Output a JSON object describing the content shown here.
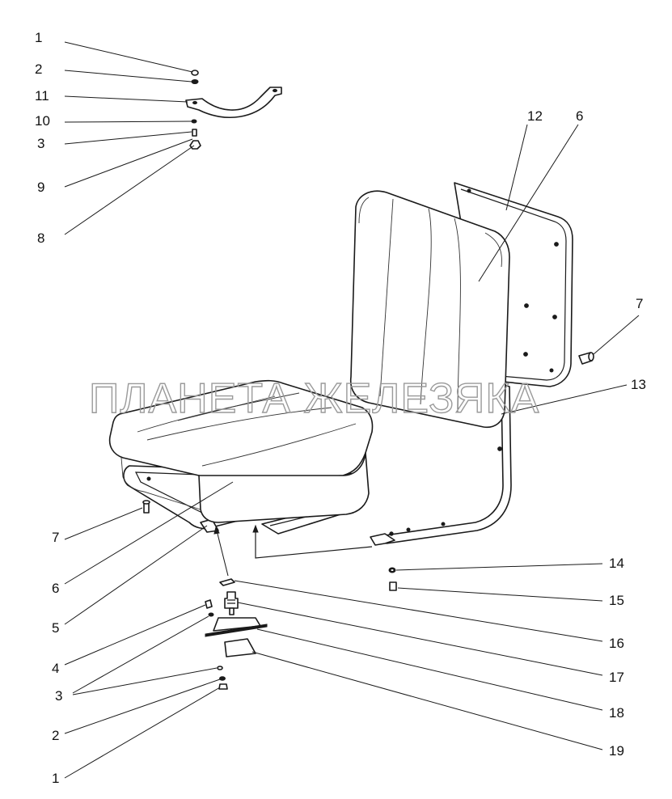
{
  "watermark": "ПЛАНЕТА ЖЕЛЕЗЯКА",
  "labels": [
    {
      "id": "l1-top",
      "text": "1"
    },
    {
      "id": "l2-top",
      "text": "2"
    },
    {
      "id": "l11",
      "text": "11"
    },
    {
      "id": "l10",
      "text": "10"
    },
    {
      "id": "l3-top",
      "text": "3"
    },
    {
      "id": "l9",
      "text": "9"
    },
    {
      "id": "l8",
      "text": "8"
    },
    {
      "id": "l12",
      "text": "12"
    },
    {
      "id": "l6-top",
      "text": "6"
    },
    {
      "id": "l7-right",
      "text": "7"
    },
    {
      "id": "l13",
      "text": "13"
    },
    {
      "id": "l7-left",
      "text": "7"
    },
    {
      "id": "l6-bottom",
      "text": "6"
    },
    {
      "id": "l5",
      "text": "5"
    },
    {
      "id": "l14",
      "text": "14"
    },
    {
      "id": "l15",
      "text": "15"
    },
    {
      "id": "l16",
      "text": "16"
    },
    {
      "id": "l4",
      "text": "4"
    },
    {
      "id": "l17",
      "text": "17"
    },
    {
      "id": "l3-bottom",
      "text": "3"
    },
    {
      "id": "l18",
      "text": "18"
    },
    {
      "id": "l2-bottom",
      "text": "2"
    },
    {
      "id": "l19",
      "text": "19"
    },
    {
      "id": "l1-bottom",
      "text": "1"
    }
  ]
}
